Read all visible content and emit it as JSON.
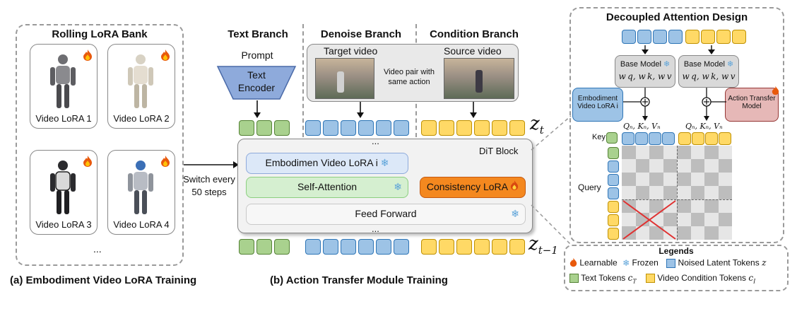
{
  "left_panel": {
    "title": "Rolling LoRA Bank",
    "cards": [
      "Video LoRA 1",
      "Video LoRA 2",
      "Video LoRA 3",
      "Video LoRA 4"
    ],
    "ellipsis": "...",
    "caption": "(a) Embodiment Video LoRA Training"
  },
  "switch_label": [
    "Switch every",
    "50 steps"
  ],
  "branches": {
    "text": "Text Branch",
    "denoise": "Denoise Branch",
    "condition": "Condition Branch"
  },
  "prompt": "Prompt",
  "text_encoder": [
    "Text",
    "Encoder"
  ],
  "video_pair": {
    "target": "Target video",
    "source": "Source video",
    "middle": [
      "Video pair with",
      "same action"
    ]
  },
  "z_t": "z",
  "z_t_sub": "t",
  "z_t1": "z",
  "z_t1_sub": "t−1",
  "dit": {
    "label": "DiT Block",
    "embodiment": "Embodimen Video LoRA i",
    "self_attention": "Self-Attention",
    "consistency": "Consistency LoRA",
    "feed_forward": "Feed Forward",
    "dots_top": "...",
    "dots_bottom": "..."
  },
  "middle_caption": "(b) Action Transfer Module Training",
  "decoupled": {
    "title": "Decoupled Attention Design",
    "base_model": "Base Model",
    "weights": "w q, w k, w v",
    "embodiment_lora": [
      "Embodiment",
      "Video LoRA i"
    ],
    "action_model": [
      "Action Transfer",
      "Model"
    ],
    "qkv": "Qₙ, Kₙ, Vₙ",
    "key": "Key",
    "query": "Query"
  },
  "legends": {
    "title": "Legends",
    "learnable": "Learnable",
    "frozen": "Frozen",
    "noised": "Noised Latent Tokens",
    "noised_sym": "z",
    "text_tokens": "Text Tokens",
    "text_sym": "c",
    "text_sub": "T",
    "video_tokens": "Video Condition Tokens",
    "video_sym": "c",
    "video_sub": "I"
  },
  "colors": {
    "green": "#a9d18e",
    "blue": "#9dc3e6",
    "yellow": "#ffd966",
    "orange": "#f4881f",
    "pink": "#e6b8b7"
  }
}
